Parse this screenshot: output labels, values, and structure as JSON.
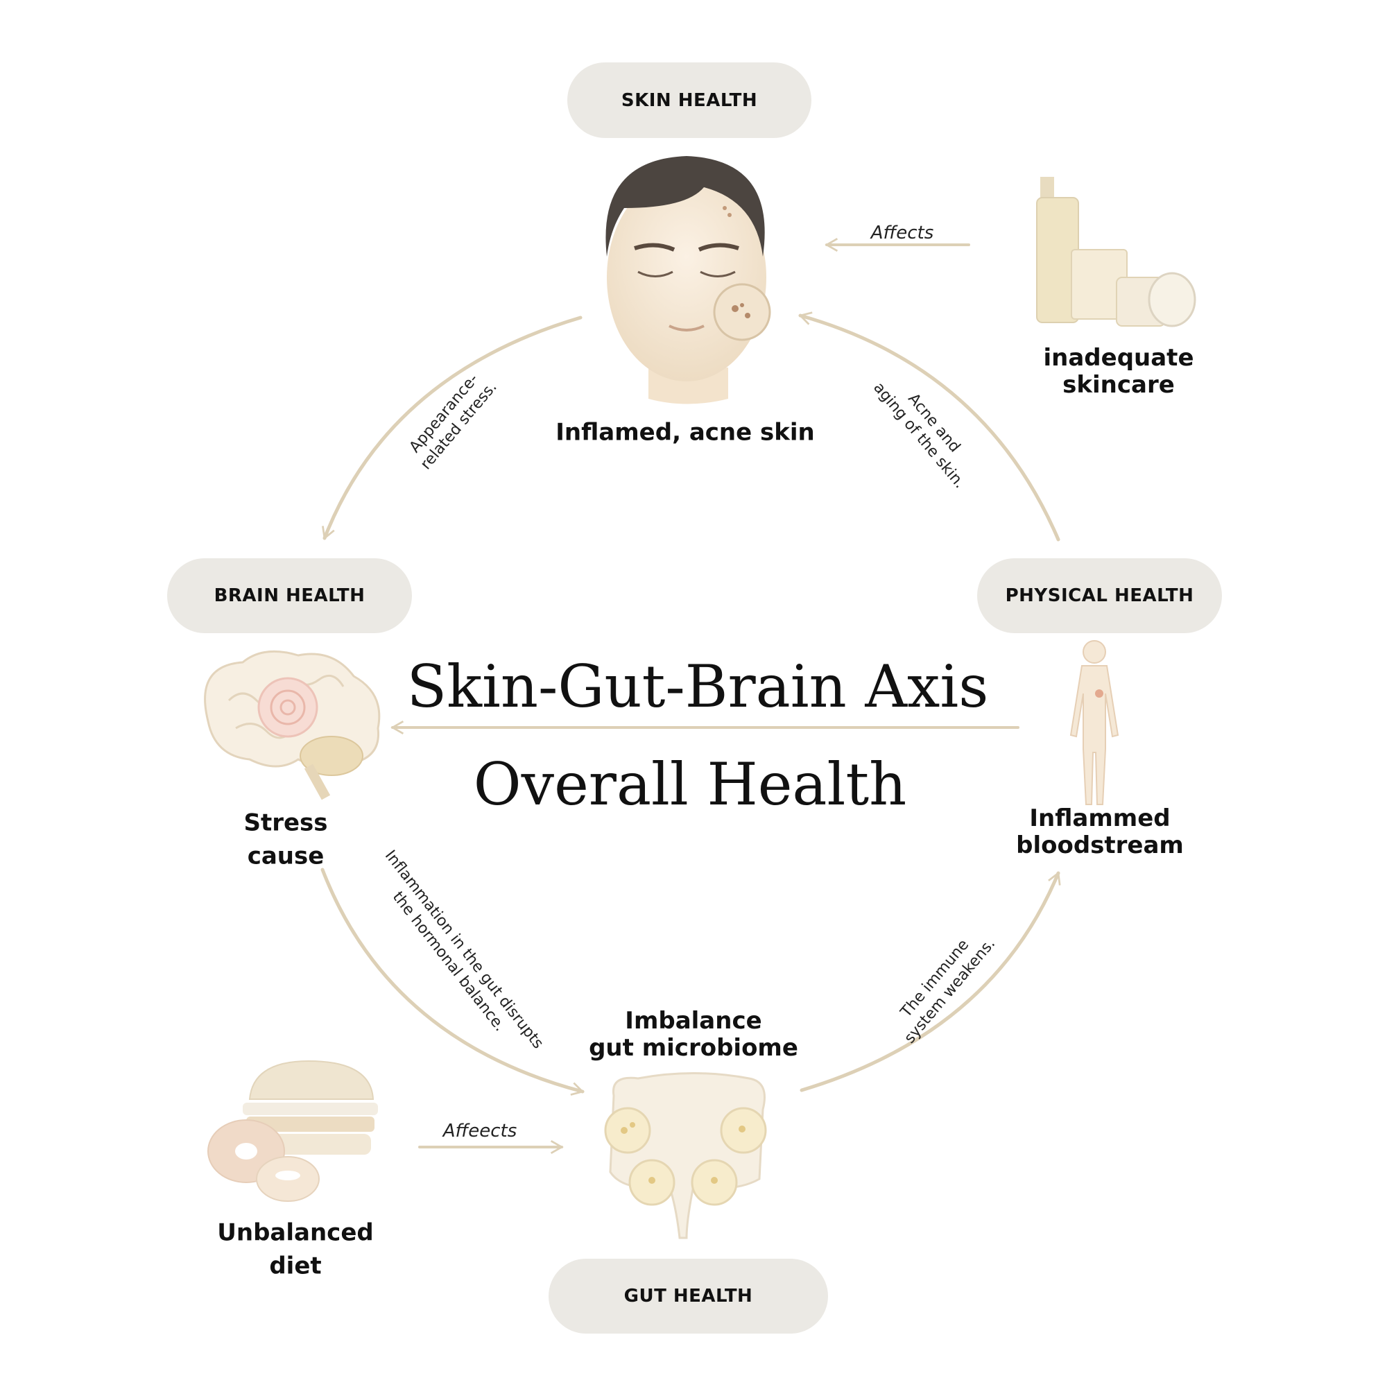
{
  "title": "Skin-Gut-Brain Axis",
  "subtitle": "Overall Health",
  "colors": {
    "arrow": "#ddd0b6",
    "pill": "#ebe9e4",
    "text": "#111111"
  },
  "categories": {
    "skin": "SKIN HEALTH",
    "brain": "BRAIN HEALTH",
    "physical": "PHYSICAL HEALTH",
    "gut": "GUT HEALTH"
  },
  "nodes": {
    "skin": "Inflamed, acne skin",
    "skincare": [
      "inadequate",
      "skincare"
    ],
    "brain": [
      "Stress",
      "cause"
    ],
    "blood": [
      "Inflammed",
      "bloodstream"
    ],
    "gut": [
      "Imbalance",
      "gut microbiome"
    ],
    "diet": [
      "Unbalanced",
      "diet"
    ]
  },
  "edges": {
    "skincare_to_skin": "Affects",
    "diet_to_gut": "Affeects",
    "skin_to_brain": [
      "Appearance-",
      "related stress."
    ],
    "blood_to_skin": [
      "Acne and",
      "aging of the skin."
    ],
    "brain_to_gut": [
      "Inflammation in the gut disrupts",
      "the hormonal balance."
    ],
    "gut_to_blood": [
      "The immune",
      "system weakens."
    ]
  },
  "icons": [
    "face-with-acne-icon",
    "skincare-products-icon",
    "brain-icon",
    "human-body-icon",
    "intestine-microbiome-icon",
    "burger-donut-icon"
  ]
}
